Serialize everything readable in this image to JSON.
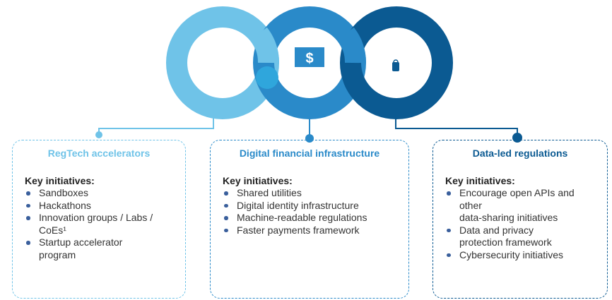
{
  "colors": {
    "light_blue": "#6fc3e8",
    "mid_blue": "#2a8ac9",
    "dark_blue": "#0b5a92",
    "bullet": "#3a5f9c"
  },
  "icons": [
    "bank-building-icon",
    "dollar-monitor-icon",
    "archive-drawer-lock-icon"
  ],
  "columns": [
    {
      "title": "RegTech accelerators",
      "key_label": "Key initiatives:",
      "items": [
        [
          "Sandboxes"
        ],
        [
          "Hackathons"
        ],
        [
          "Innovation groups / Labs /",
          "CoEs¹"
        ],
        [
          "Startup accelerator",
          "program"
        ]
      ]
    },
    {
      "title": "Digital financial infrastructure",
      "key_label": "Key initiatives:",
      "items": [
        [
          "Shared utilities"
        ],
        [
          "Digital identity infrastructure"
        ],
        [
          "Machine-readable regulations"
        ],
        [
          "Faster payments framework"
        ]
      ]
    },
    {
      "title": "Data-led regulations",
      "key_label": "Key initiatives:",
      "items": [
        [
          "Encourage open APIs and",
          "other",
          "data-sharing initiatives"
        ],
        [
          "Data and privacy",
          "protection framework"
        ],
        [
          "Cybersecurity initiatives"
        ]
      ]
    }
  ]
}
